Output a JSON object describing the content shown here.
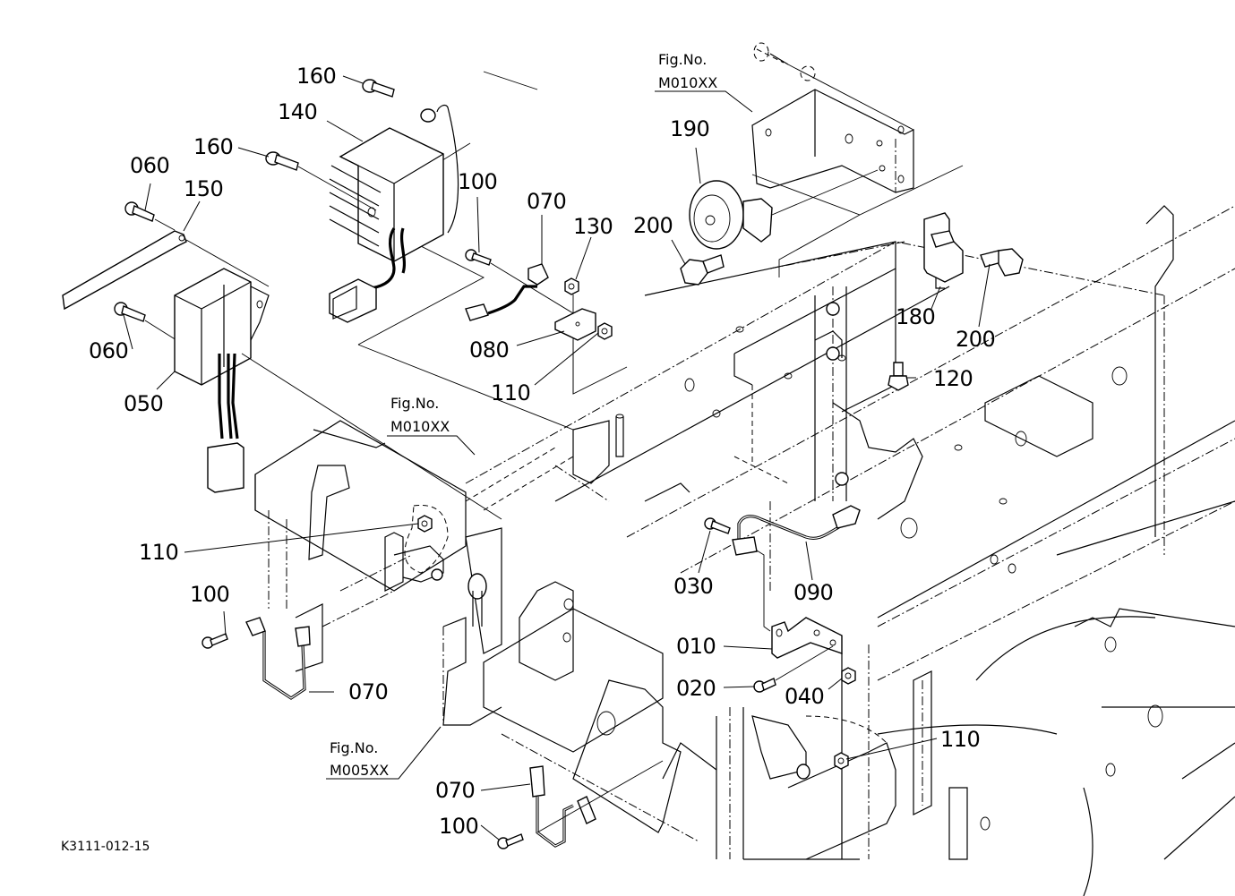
{
  "diagram": {
    "drawing_code": "K3111-012-15",
    "fig_refs": [
      {
        "line1": "Fig.No.",
        "line2": "M010XX"
      },
      {
        "line1": "Fig.No.",
        "line2": "M010XX"
      },
      {
        "line1": "Fig.No.",
        "line2": "M005XX"
      }
    ],
    "callouts": [
      {
        "part": "160"
      },
      {
        "part": "140"
      },
      {
        "part": "160"
      },
      {
        "part": "060"
      },
      {
        "part": "150"
      },
      {
        "part": "060"
      },
      {
        "part": "050"
      },
      {
        "part": "100"
      },
      {
        "part": "070"
      },
      {
        "part": "130"
      },
      {
        "part": "080"
      },
      {
        "part": "110"
      },
      {
        "part": "190"
      },
      {
        "part": "200"
      },
      {
        "part": "180"
      },
      {
        "part": "200"
      },
      {
        "part": "120"
      },
      {
        "part": "110"
      },
      {
        "part": "100"
      },
      {
        "part": "070"
      },
      {
        "part": "030"
      },
      {
        "part": "090"
      },
      {
        "part": "010"
      },
      {
        "part": "020"
      },
      {
        "part": "040"
      },
      {
        "part": "110"
      },
      {
        "part": "070"
      },
      {
        "part": "100"
      }
    ]
  }
}
